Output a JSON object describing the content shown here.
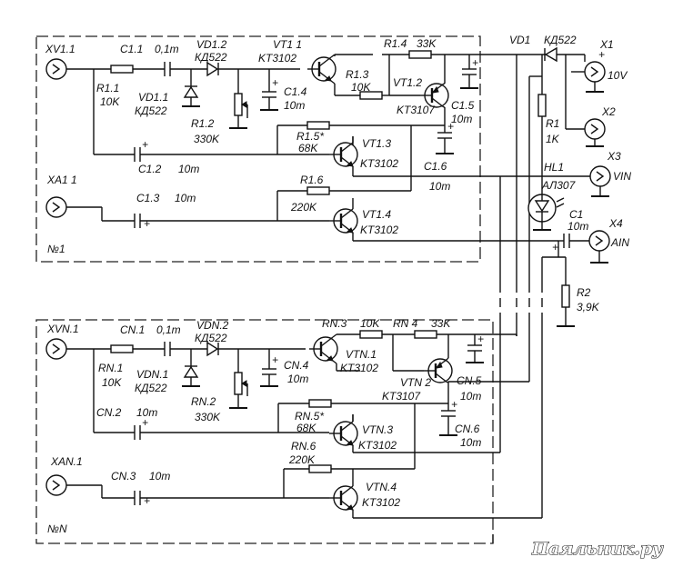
{
  "module1": {
    "jack_video": "XV1.1",
    "jack_audio": "XA1 1",
    "number": "№1",
    "r1_1": "R1.1",
    "r1_1_val": "10K",
    "c1_1": "C1.1",
    "c1_1_val": "0,1m",
    "vd1_2": "VD1.2",
    "vd1_2_type": "КД522",
    "vd1_1": "VD1.1",
    "vd1_1_type": "КД522",
    "r1_2": "R1.2",
    "r1_2_val": "330K",
    "vt1_1": "VT1 1",
    "vt1_1_type": "KT3102",
    "c1_4": "C1.4",
    "c1_4_val": "10m",
    "r1_3": "R1.3",
    "r1_3_val": "10K",
    "r1_4": "R1.4",
    "r1_4_val": "33K",
    "vt1_2": "VT1.2",
    "vt1_2_type": "KT3107",
    "c1_5": "C1.5",
    "c1_5_val": "10m",
    "r1_5": "R1.5*",
    "r1_5_val": "68K",
    "vt1_3": "VT1.3",
    "vt1_3_type": "KT3102",
    "c1_2": "C1.2",
    "c1_2_val": "10m",
    "c1_6": "C1.6",
    "c1_6_val": "10m",
    "r1_6": "R1.6",
    "r1_6_val": "220K",
    "c1_3": "C1.3",
    "c1_3_val": "10m",
    "vt1_4": "VT1.4",
    "vt1_4_type": "KT3102"
  },
  "moduleN": {
    "jack_video": "XVN.1",
    "jack_audio": "XAN.1",
    "number": "№N",
    "rn_1": "RN.1",
    "rn_1_val": "10K",
    "cn_1": "CN.1",
    "cn_1_val": "0,1m",
    "vdn_2": "VDN.2",
    "vdn_2_type": "КД522",
    "vdn_1": "VDN.1",
    "vdn_1_type": "КД522",
    "rn_2": "RN.2",
    "rn_2_val": "330K",
    "vtn_1": "VTN.1",
    "vtn_1_type": "KT3102",
    "cn_4": "CN.4",
    "cn_4_val": "10m",
    "rn_3": "RN.3",
    "rn_3_val": "10K",
    "rn_4": "RN 4",
    "rn_4_val": "33K",
    "vtn_2": "VTN 2",
    "vtn_2_type": "KT3107",
    "cn_5": "CN.5",
    "cn_5_val": "10m",
    "rn_5": "RN.5*",
    "rn_5_val": "68K",
    "vtn_3": "VTN.3",
    "vtn_3_type": "KT3102",
    "cn_2": "CN.2",
    "cn_2_val": "10m",
    "cn_6": "CN.6",
    "cn_6_val": "10m",
    "rn_6": "RN.6",
    "rn_6_val": "220K",
    "cn_3": "CN.3",
    "cn_3_val": "10m",
    "vtn_4": "VTN.4",
    "vtn_4_type": "KT3102"
  },
  "common": {
    "vd1": "VD1",
    "vd1_type": "КД522",
    "x1": "X1",
    "x1_val": "10V",
    "x2": "X2",
    "r1": "R1",
    "r1_val": "1K",
    "x3": "X3",
    "x3_val": "VIN",
    "hl1": "HL1",
    "hl1_type": "АЛ307",
    "c1": "C1",
    "c1_val": "10m",
    "x4": "X4",
    "x4_val": "AIN",
    "r2": "R2",
    "r2_val": "3,9K"
  },
  "plus_sign": "+",
  "watermark": "Паяльник.ру",
  "icons": [
    "jack-socket-icon",
    "resistor-icon",
    "capacitor-icon",
    "diode-icon",
    "npn-transistor-icon",
    "pnp-transistor-icon",
    "led-icon",
    "ground-icon"
  ]
}
